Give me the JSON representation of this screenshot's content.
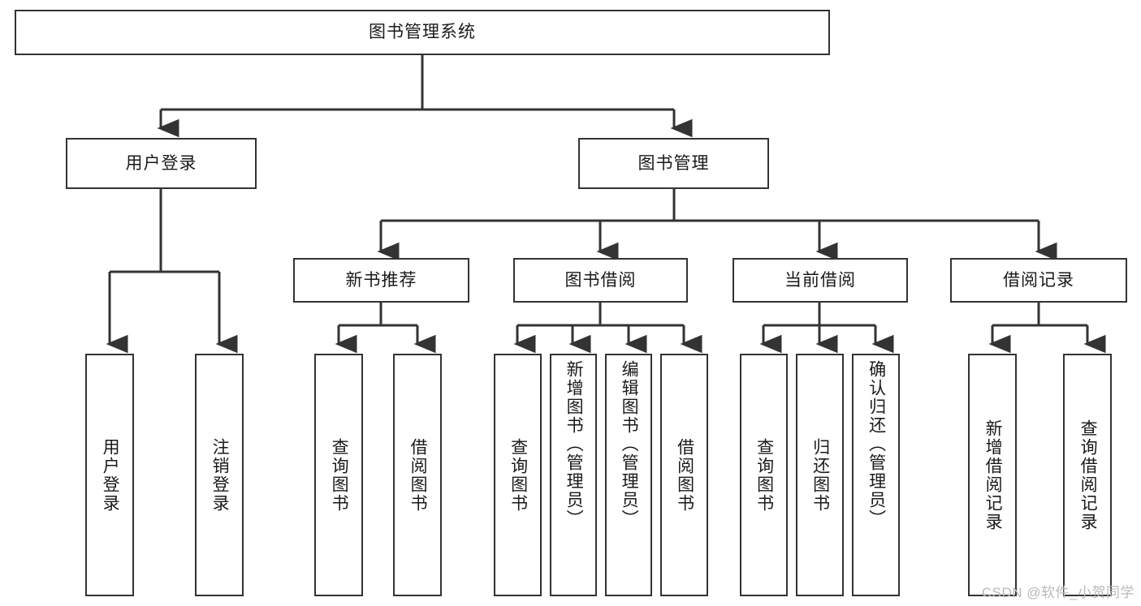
{
  "diagram": {
    "title": "图书管理系统",
    "type": "hierarchy-tree",
    "style": {
      "box_border_color": "#333333",
      "box_fill_color": "#ffffff",
      "line_color": "#333333",
      "text_color": "#1a1a1a",
      "background": "#ffffff"
    },
    "levels": [
      {
        "level": 1,
        "nodes": [
          {
            "id": "root",
            "label": "图书管理系统",
            "orientation": "horizontal"
          }
        ]
      },
      {
        "level": 2,
        "nodes": [
          {
            "id": "login",
            "label": "用户登录",
            "orientation": "horizontal",
            "parent": "root"
          },
          {
            "id": "bookmgmt",
            "label": "图书管理",
            "orientation": "horizontal",
            "parent": "root"
          }
        ]
      },
      {
        "level": 3,
        "nodes": [
          {
            "id": "newbook",
            "label": "新书推荐",
            "orientation": "horizontal",
            "parent": "bookmgmt"
          },
          {
            "id": "borrow",
            "label": "图书借阅",
            "orientation": "horizontal",
            "parent": "bookmgmt"
          },
          {
            "id": "current",
            "label": "当前借阅",
            "orientation": "horizontal",
            "parent": "bookmgmt"
          },
          {
            "id": "records",
            "label": "借阅记录",
            "orientation": "horizontal",
            "parent": "bookmgmt"
          }
        ]
      },
      {
        "level": 4,
        "nodes": [
          {
            "id": "leaf1",
            "label": "用户登录",
            "orientation": "vertical",
            "parent": "login"
          },
          {
            "id": "leaf2",
            "label": "注销登录",
            "orientation": "vertical",
            "parent": "login"
          },
          {
            "id": "leaf3",
            "label": "查询图书",
            "orientation": "vertical",
            "parent": "newbook"
          },
          {
            "id": "leaf4",
            "label": "借阅图书",
            "orientation": "vertical",
            "parent": "newbook"
          },
          {
            "id": "leaf5",
            "label": "查询图书",
            "orientation": "vertical",
            "parent": "borrow"
          },
          {
            "id": "leaf6",
            "label": "新增图书（管理员）",
            "orientation": "vertical",
            "parent": "borrow"
          },
          {
            "id": "leaf7",
            "label": "编辑图书（管理员）",
            "orientation": "vertical",
            "parent": "borrow"
          },
          {
            "id": "leaf8",
            "label": "借阅图书",
            "orientation": "vertical",
            "parent": "borrow"
          },
          {
            "id": "leaf9",
            "label": "查询图书",
            "orientation": "vertical",
            "parent": "current"
          },
          {
            "id": "leaf10",
            "label": "归还图书",
            "orientation": "vertical",
            "parent": "current"
          },
          {
            "id": "leaf11",
            "label": "确认归还（管理员）",
            "orientation": "vertical",
            "parent": "current"
          },
          {
            "id": "leaf12",
            "label": "新增借阅记录",
            "orientation": "vertical",
            "parent": "records"
          },
          {
            "id": "leaf13",
            "label": "查询借阅记录",
            "orientation": "vertical",
            "parent": "records"
          }
        ]
      }
    ]
  },
  "watermark": {
    "text": "CSDN @软件_小贺同学",
    "color": "#b9b9b9"
  }
}
